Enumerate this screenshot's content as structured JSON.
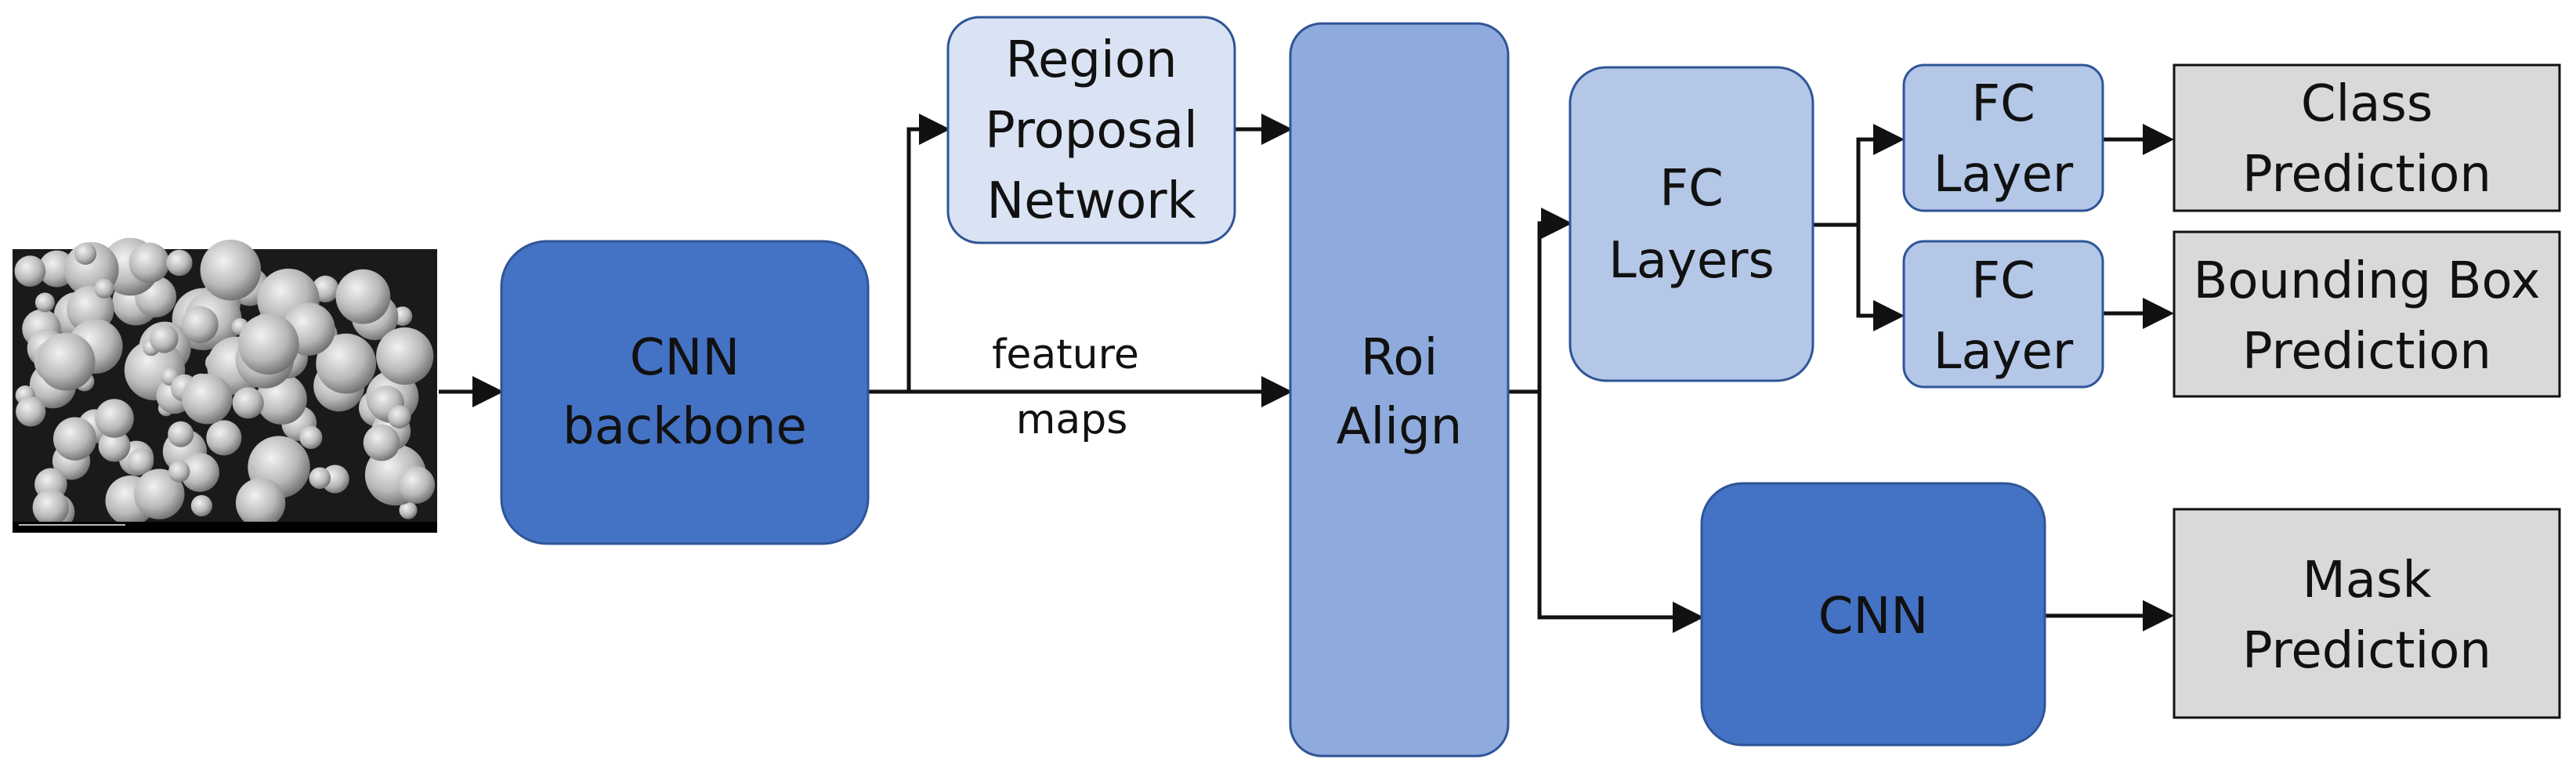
{
  "nodes": {
    "input_image": {
      "label": ""
    },
    "cnn_backbone": {
      "line1": "CNN",
      "line2": "backbone"
    },
    "rpn": {
      "line1": "Region",
      "line2": "Proposal",
      "line3": "Network"
    },
    "roi_align": {
      "line1": "Roi",
      "line2": "Align"
    },
    "fc_layers": {
      "line1": "FC",
      "line2": "Layers"
    },
    "fc_layer_top": {
      "line1": "FC",
      "line2": "Layer"
    },
    "fc_layer_bottom": {
      "line1": "FC",
      "line2": "Layer"
    },
    "cnn_mask": {
      "line1": "CNN"
    },
    "class_prediction": {
      "line1": "Class",
      "line2": "Prediction"
    },
    "bbox_prediction": {
      "line1": "Bounding Box",
      "line2": "Prediction"
    },
    "mask_prediction": {
      "line1": "Mask",
      "line2": "Prediction"
    }
  },
  "edge_labels": {
    "feature_maps": {
      "line1": "feature",
      "line2": "maps"
    }
  },
  "colors": {
    "dark_blue": "#4472c4",
    "mid_blue": "#8faadc",
    "light_blue": "#b4c7e7",
    "pale_blue": "#dae3f3",
    "output_gray": "#d9d9d9",
    "border_blue": "#2f5597",
    "arrow": "#111111"
  }
}
